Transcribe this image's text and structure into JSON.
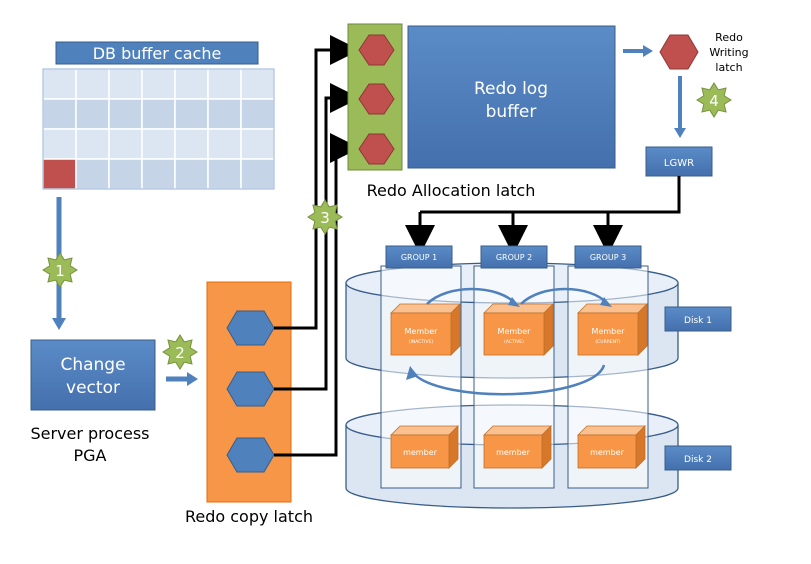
{
  "db_buffer_cache": {
    "title": "DB buffer cache"
  },
  "change_vector": {
    "line1": "Change",
    "line2": "vector"
  },
  "server_process": {
    "line1": "Server process",
    "line2": "PGA"
  },
  "redo_copy_latch": {
    "label": "Redo copy latch"
  },
  "redo_log_buffer": {
    "line1": "Redo log",
    "line2": "buffer"
  },
  "redo_allocation_latch": {
    "label": "Redo Allocation latch"
  },
  "redo_writing_latch": {
    "line1": "Redo",
    "line2": "Writing",
    "line3": "latch"
  },
  "lgwr": {
    "label": "LGWR"
  },
  "steps": [
    "1",
    "2",
    "3",
    "4"
  ],
  "groups": [
    "GROUP 1",
    "GROUP 2",
    "GROUP 3"
  ],
  "disks": [
    "Disk 1",
    "Disk 2"
  ],
  "members": [
    {
      "label": "Member",
      "status": "(INACTIVE)"
    },
    {
      "label": "Member",
      "status": "(ACTIVE)"
    },
    {
      "label": "Member",
      "status": "(CURRENT)"
    }
  ],
  "members_disk2": [
    "member",
    "member",
    "member"
  ],
  "colors": {
    "blue_box": "#4f81bd",
    "blue_border": "#385d8a",
    "orange": "#f79646",
    "green": "#9bbb59",
    "red": "#c0504d",
    "star": "#77933c",
    "grid_a": "#dce6f2",
    "grid_b": "#c6d4e8"
  }
}
